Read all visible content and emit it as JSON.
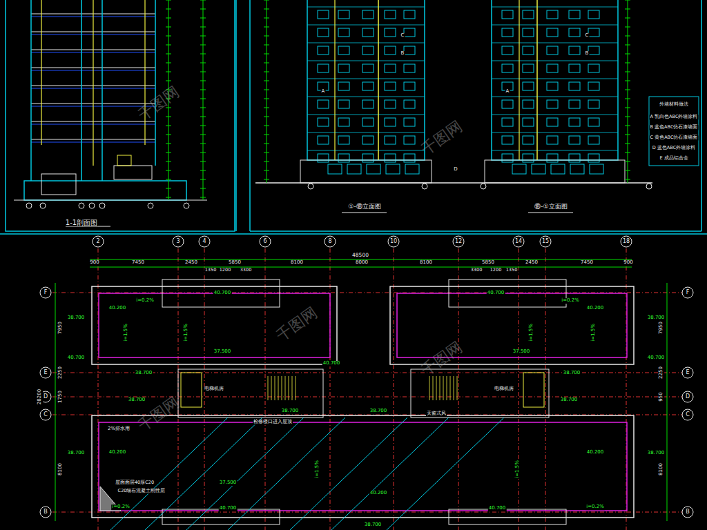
{
  "diagram": {
    "labels": [
      "1-1剖面图",
      "①-⑱立面图",
      "⑱-①立面图",
      "外墙材料做法",
      "A 乳白色ABC外墙涂料",
      "B 蓝色ABC仿石漆墙面",
      "C 黄色ABC仿石漆墙面",
      "D 蓝色ABC外墙涂料",
      "E 成品铝合金",
      "C",
      "B",
      "A",
      "C",
      "B",
      "A",
      "D",
      "2",
      "3",
      "4",
      "6",
      "8",
      "10",
      "12",
      "14",
      "15",
      "18",
      "F",
      "E",
      "D",
      "C",
      "B",
      "F",
      "E",
      "D",
      "C",
      "B",
      "48500",
      "900",
      "7450",
      "2450",
      "5850",
      "8100",
      "8000",
      "8100",
      "5850",
      "2450",
      "7450",
      "900",
      "1350",
      "1200",
      "3300",
      "3300",
      "1200",
      "1350",
      "7950",
      "2250",
      "1750",
      "28200",
      "8100",
      "7950",
      "2250",
      "950",
      "8100",
      "40.700",
      "40.200",
      "i=0.2%",
      "38.700",
      "40.700",
      "38.700",
      "37.500",
      "i=1.5%",
      "i=1.5%",
      "40.700",
      "40.200",
      "i=0.2%",
      "38.700",
      "40.700",
      "38.700",
      "37.500",
      "i=1.5%",
      "i=1.5%",
      "40.700",
      "电梯机房",
      "电梯机房",
      "检修楼口进入屋顶",
      "天窗式风",
      "38.700",
      "38.700",
      "38.700",
      "38.700",
      "2%排水用",
      "屋面面层40厚C20",
      "C20细石混凝土刚性层",
      "38.700",
      "40.200",
      "37.500",
      "i=1.5%",
      "40.200",
      "i=1.5%",
      "40.200",
      "38.700",
      "40.700",
      "40.700",
      "i=0.2%",
      "i=0.2%",
      "38.700",
      "千图网",
      "千图网",
      "千图网",
      "千图网",
      "千图网"
    ]
  }
}
